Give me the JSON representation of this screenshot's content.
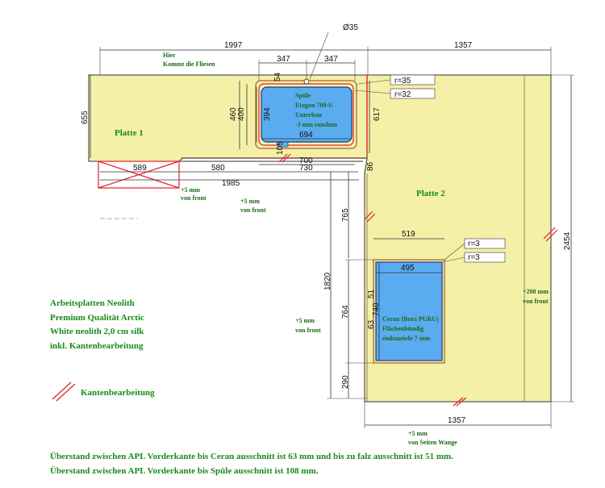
{
  "dims": {
    "top_left": "1997",
    "top_right": "1357",
    "sink_half_left": "347",
    "sink_half_right": "347",
    "tap_hole": "Ø35",
    "left_height": "655",
    "sink_h_outer": "460",
    "sink_h_mid": "400",
    "sink_h_inner": "394",
    "sink_w_inner": "694",
    "sink_small_left": "54",
    "sink_small_bottom": "105",
    "sink_w_700": "700",
    "sink_w_730": "730",
    "right_617": "617",
    "r35": "r=35",
    "r32": "r=32",
    "bottom_589": "589",
    "bottom_580": "580",
    "bottom_1985": "1985",
    "small_86": "86",
    "d765": "765",
    "d1820": "1820",
    "d764": "764",
    "d290": "290",
    "cook_519": "519",
    "cook_495": "495",
    "cook_740": "740",
    "cook_51": "51",
    "cook_63": "63",
    "r3a": "r=3",
    "r3b": "r=3",
    "right_2454": "2454",
    "bottom_1357": "1357"
  },
  "labels": {
    "hier_line1": "Hier",
    "hier_line2": "Kommt die Fliesen",
    "platte1": "Platte 1",
    "platte2": "Platte 2",
    "sink_l1": "Spüle",
    "sink_l2": "Etagon 700-U",
    "sink_l3": "Unterbau",
    "sink_l4": "-3 mm rundum",
    "front_a1": "+5 mm",
    "front_a2": "von front",
    "front_b1": "+5 mm",
    "front_b2": "von front",
    "front_c1": "+5 mm",
    "front_c2": "von front",
    "front_d1": "+200 mm",
    "front_d2": "von front",
    "wange1": "+5 mm",
    "wange2": "von Seiten Wange",
    "cook_l1": "Ceran (Bora PURU)",
    "cook_l2": "Flächenbündig",
    "cook_l3": "einbautiefe 7 mm",
    "info1": "Arbeitsplatten Neolith",
    "info2": "Premium Qualität Arctic",
    "info3": "White neolith 2,0 cm silk",
    "info4": "inkl. Kantenbearbeitung",
    "legend_edge": "Kantenbearbeitung",
    "note1": "Überstand zwischen APL Vorderkante bis Ceran ausschnitt ist 63 mm und bis zu falz ausschnitt ist 51 mm.",
    "note2": "Überstand zwischen APL Vorderkante bis Spüle ausschnitt ist 108 mm."
  },
  "colors": {
    "worktop": "#f5f0a8",
    "cutout": "#5aacf0",
    "edge": "#e0202a",
    "text_green": "#1a8a1a"
  }
}
